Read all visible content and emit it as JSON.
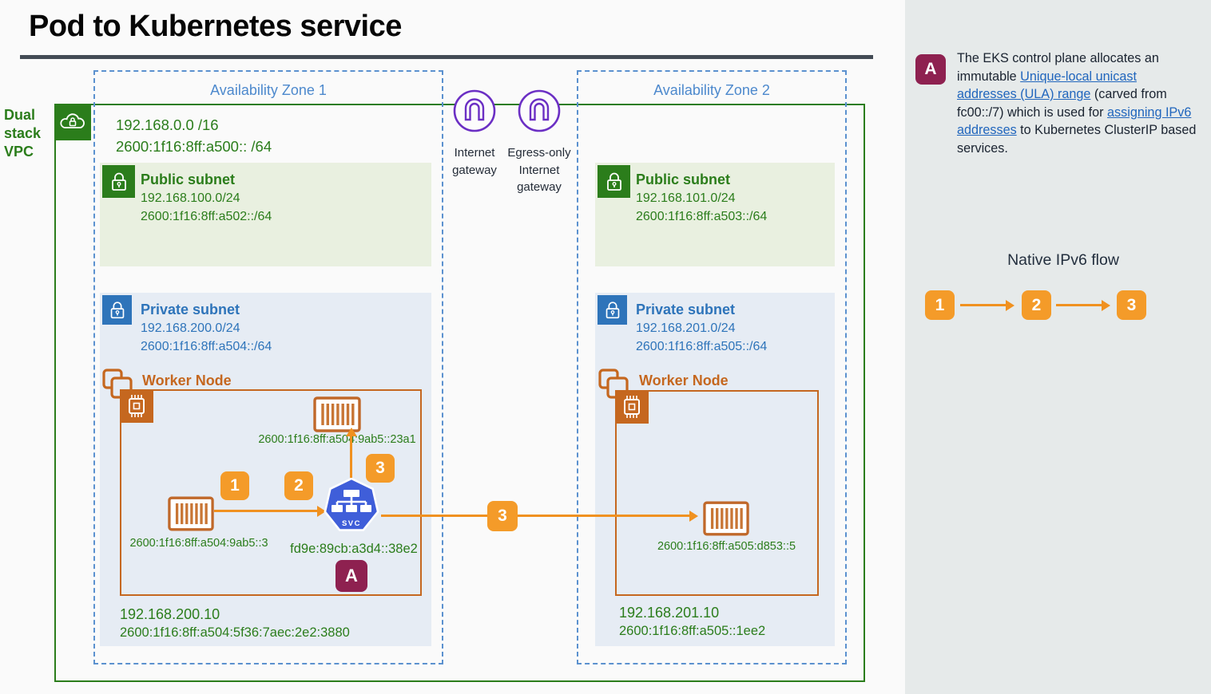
{
  "title": "Pod to Kubernetes service",
  "vpc": {
    "label": "Dual stack VPC",
    "cidr_v4": "192.168.0.0 /16",
    "cidr_v6": "2600:1f16:8ff:a500:: /64"
  },
  "gateways": {
    "internet": "Internet gateway",
    "egress": "Egress-only Internet gateway"
  },
  "az1": {
    "label": "Availability Zone 1",
    "public_subnet": {
      "label": "Public subnet",
      "cidr_v4": "192.168.100.0/24",
      "cidr_v6": "2600:1f16:8ff:a502::/64"
    },
    "private_subnet": {
      "label": "Private subnet",
      "cidr_v4": "192.168.200.0/24",
      "cidr_v6": "2600:1f16:8ff:a504::/64"
    },
    "worker_node": {
      "label": "Worker Node",
      "pod_ip": "2600:1f16:8ff:a504:9ab5::3",
      "target_pod_ip": "2600:1f16:8ff:a504:9ab5::23a1",
      "service_label": "SVC",
      "service_ip": "fd9e:89cb:a3d4::38e2",
      "annotation": "A",
      "steps": {
        "one": "1",
        "two": "2",
        "three": "3"
      },
      "node_ipv4": "192.168.200.10",
      "node_ipv6": "2600:1f16:8ff:a504:5f36:7aec:2e2:3880"
    }
  },
  "az2": {
    "label": "Availability Zone 2",
    "public_subnet": {
      "label": "Public subnet",
      "cidr_v4": "192.168.101.0/24",
      "cidr_v6": "2600:1f16:8ff:a503::/64"
    },
    "private_subnet": {
      "label": "Private subnet",
      "cidr_v4": "192.168.201.0/24",
      "cidr_v6": "2600:1f16:8ff:a505::/64"
    },
    "worker_node": {
      "label": "Worker Node",
      "pod_ip": "2600:1f16:8ff:a505:d853::5",
      "node_ipv4": "192.168.201.10",
      "node_ipv6": "2600:1f16:8ff:a505::1ee2"
    }
  },
  "cross_step": "3",
  "sidebar": {
    "annotation_badge": "A",
    "note": {
      "segments": [
        "The EKS control plane allocates an immutable ",
        "Unique-local unicast addresses (ULA) range",
        " (carved from fc00::/7) which is used for ",
        "assigning IPv6 addresses",
        " to Kubernetes ClusterIP based services."
      ]
    },
    "flow": {
      "title": "Native IPv6 flow",
      "steps": [
        "1",
        "2",
        "3"
      ]
    }
  },
  "colors": {
    "green": "#2b7d1b",
    "green_fill": "#e9f0e0",
    "blue": "#2e74ba",
    "blue_fill": "#e6ecf4",
    "az_blue": "#5b91cf",
    "orange": "#c5671f",
    "badge_orange": "#f49b29",
    "arrow_orange": "#f09120",
    "maroon": "#8e2150",
    "svc_blue": "#3f5ed9",
    "purple": "#6b2fc4",
    "link": "#2166bd"
  }
}
